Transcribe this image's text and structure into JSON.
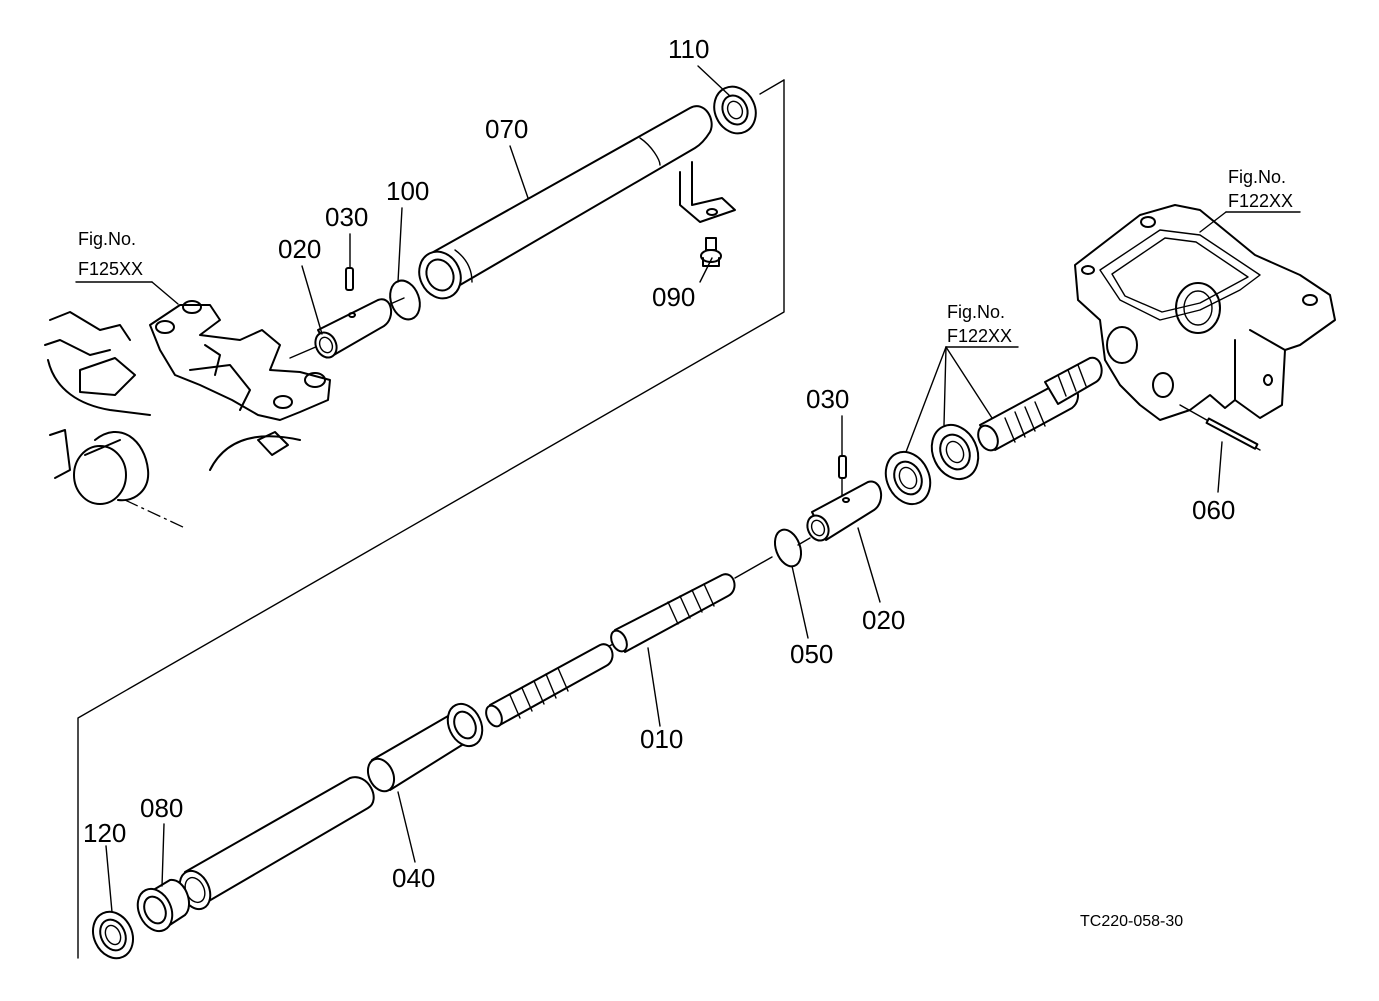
{
  "drawing_code": "TC220-058-30",
  "figure_refs": [
    {
      "line1": "Fig.No.",
      "line2": "F125XX"
    },
    {
      "line1": "Fig.No.",
      "line2": "F122XX"
    },
    {
      "line1": "Fig.No.",
      "line2": "F122XX"
    }
  ],
  "callouts": [
    "010",
    "020",
    "020",
    "030",
    "030",
    "040",
    "050",
    "060",
    "070",
    "080",
    "090",
    "100",
    "110",
    "120"
  ]
}
